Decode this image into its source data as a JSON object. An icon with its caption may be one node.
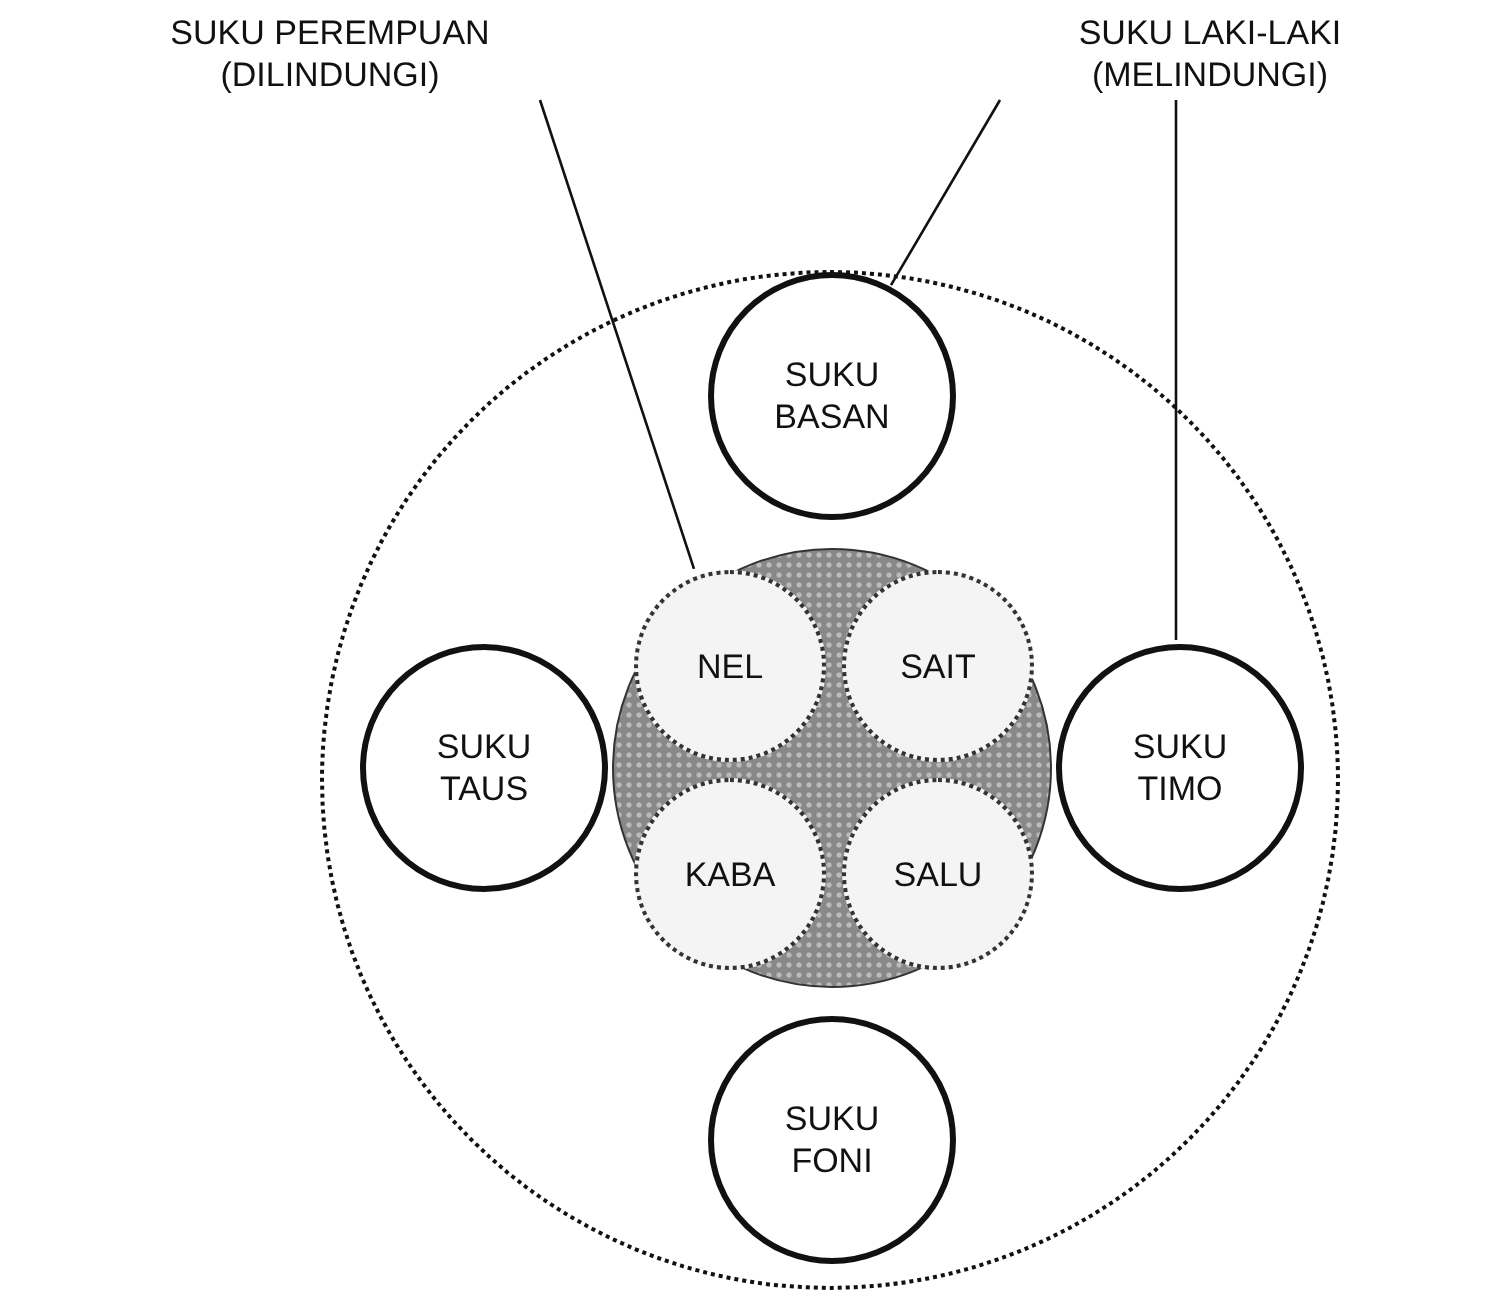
{
  "diagram": {
    "nodes": [
      {
        "text": [
          "SUKU PEREMPUAN (DILINDUNGI)"
        ]
      },
      {
        "text": [
          "SUKU LAKI-LAKI (MELINDUNGI)"
        ]
      },
      {
        "text": [],
        "shape": "circle"
      },
      {
        "text": [
          "SUKU BASAN"
        ],
        "in": 2
      },
      {
        "text": [],
        "shape": "circle",
        "in": 2
      },
      {
        "text": [
          "NEL"
        ],
        "in": 4
      },
      {
        "text": [
          "SAIT"
        ],
        "in": 4
      },
      {
        "text": [
          "SUKU TAUS"
        ],
        "in": 2
      },
      {
        "text": [
          "SUKU TIMO"
        ],
        "in": 2
      },
      {
        "text": [
          "KABA"
        ],
        "in": 4
      },
      {
        "text": [
          "SALU"
        ],
        "in": 4
      },
      {
        "text": [
          "SUKU FONI"
        ],
        "in": 2
      }
    ],
    "edges": [
      {
        "from": 0,
        "to": 5,
        "arrow": "none"
      },
      {
        "from": 1,
        "to": 3,
        "arrow": "none"
      },
      {
        "from": 1,
        "to": 8,
        "arrow": "none"
      }
    ]
  }
}
